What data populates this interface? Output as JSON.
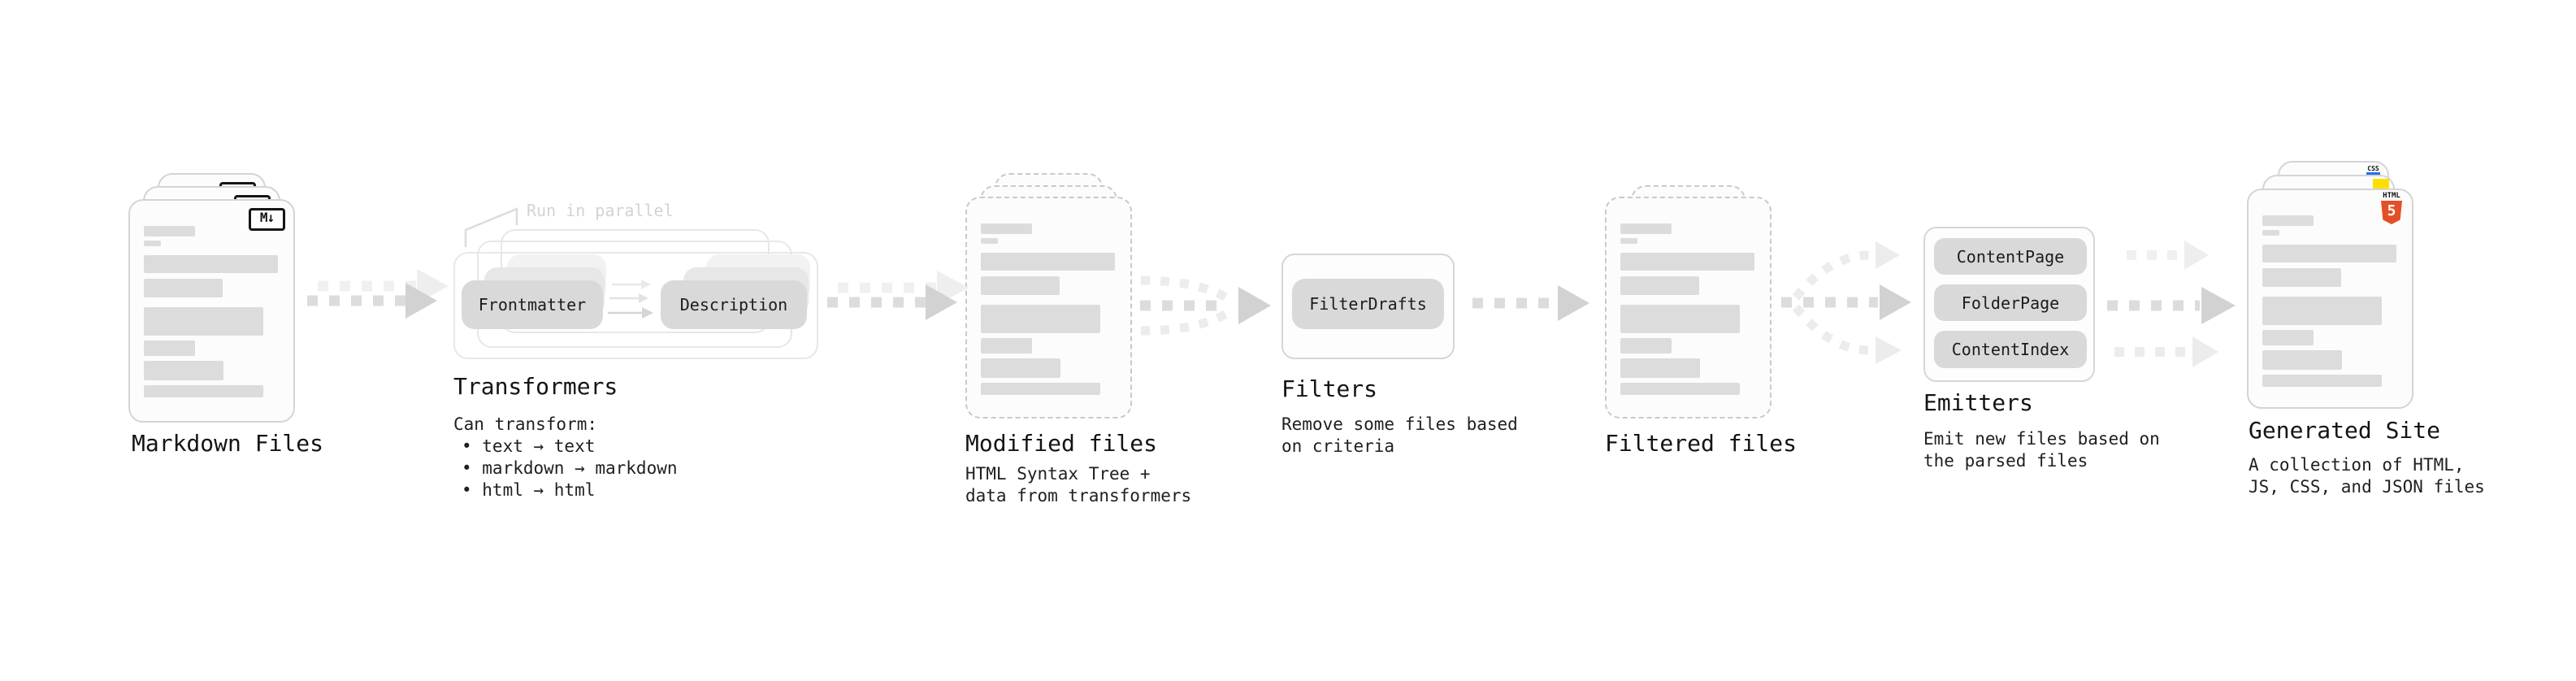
{
  "stages": {
    "markdown": {
      "label": "Markdown Files",
      "badge": "M↓"
    },
    "transformers": {
      "label": "Transformers",
      "annotation": "Run in parallel",
      "pill_frontmatter": "Frontmatter",
      "pill_description": "Description",
      "desc_heading": "Can transform:",
      "bullet1": "• text → text",
      "bullet2": "• markdown → markdown",
      "bullet3": "• html → html"
    },
    "modified": {
      "label": "Modified files",
      "desc1": "HTML Syntax Tree +",
      "desc2": "data from transformers"
    },
    "filters": {
      "label": "Filters",
      "pill": "FilterDrafts",
      "desc1": "Remove some files based",
      "desc2": "on criteria"
    },
    "filtered": {
      "label": "Filtered files"
    },
    "emitters": {
      "label": "Emitters",
      "pill1": "ContentPage",
      "pill2": "FolderPage",
      "pill3": "ContentIndex",
      "desc1": "Emit new files based on",
      "desc2": "the parsed files"
    },
    "site": {
      "label": "Generated Site",
      "badge_css_label": "CSS",
      "badge_html_label": "HTML",
      "badge_html_number": "5",
      "desc1": "A collection of HTML,",
      "desc2": "JS, CSS, and JSON files"
    }
  },
  "colors": {
    "html5_orange": "#e34f26",
    "js_yellow": "#ffdf00",
    "css_blue": "#2b6bf3",
    "pill_gray": "#d9d9d9",
    "card_border": "#d4d4d4",
    "dashed_border": "#c9c9c9",
    "skeleton_gray": "#dcdcdc",
    "arrow_gray": "#dcdcdc",
    "arrow_head_gray": "#d2d2d2",
    "ghost_gray": "#f0f0f0",
    "curve_gray": "#ececec",
    "annotation_gray": "#d3d3d3",
    "text_dark": "#1c1c1c"
  }
}
